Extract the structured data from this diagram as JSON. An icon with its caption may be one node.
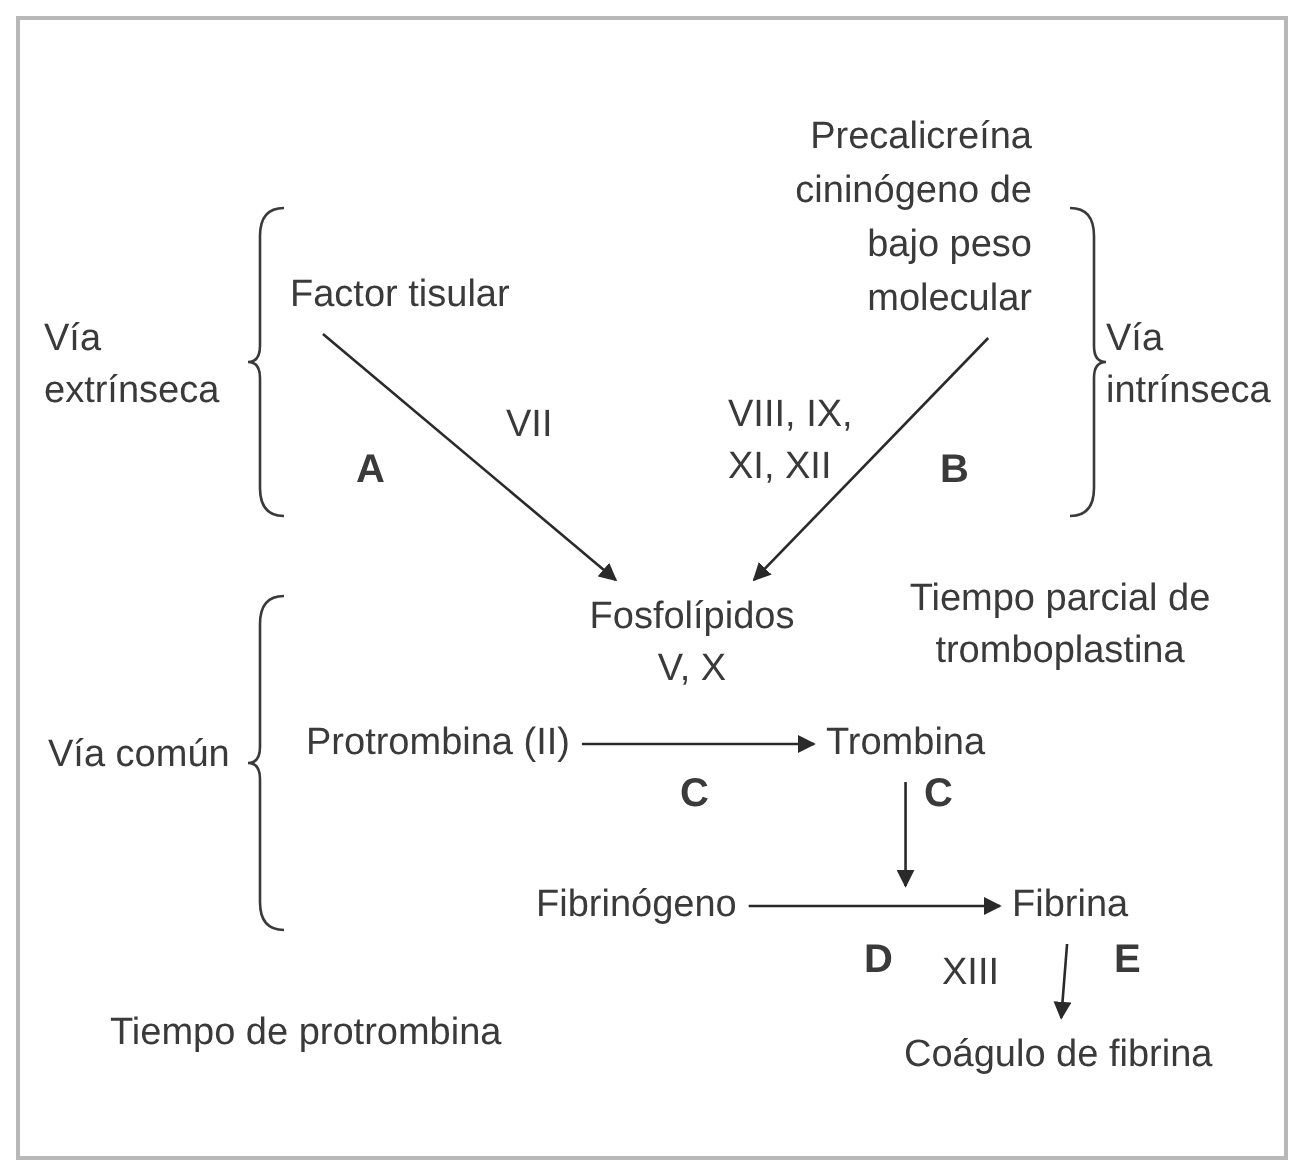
{
  "diagram": {
    "nodes": [
      {
        "text": [
          "Factor tisular"
        ]
      },
      {
        "text": [
          "Precalicreína cininógeno de bajo peso molecular"
        ]
      },
      {
        "text": [
          "Fosfolípidos V, X"
        ]
      },
      {
        "text": [
          "Protrombina (II)"
        ]
      },
      {
        "text": [
          "Trombina"
        ]
      },
      {
        "text": [
          "Fibrinógeno"
        ]
      },
      {
        "text": [
          "Fibrina"
        ]
      },
      {
        "text": [
          "Coágulo de fibrina"
        ]
      }
    ],
    "edges": [
      {
        "from": 0,
        "to": 2,
        "arrow": "to"
      },
      {
        "from": 1,
        "to": 2,
        "arrow": "to"
      },
      {
        "from": 3,
        "to": 4,
        "arrow": "to"
      },
      {
        "from": 4,
        "to": null,
        "arrow": "to"
      },
      {
        "from": 5,
        "to": 6,
        "arrow": "to"
      },
      {
        "from": 6,
        "to": 7,
        "arrow": "to"
      }
    ],
    "labels": [
      "Vía extrínseca",
      "Vía intrínseca",
      "VII",
      "A",
      "VIII, IX, XI, XII",
      "B",
      "Tiempo parcial de tromboplastina",
      "Vía común",
      "C",
      "C",
      "D",
      "XIII",
      "E",
      "Tiempo de protrombina"
    ]
  }
}
